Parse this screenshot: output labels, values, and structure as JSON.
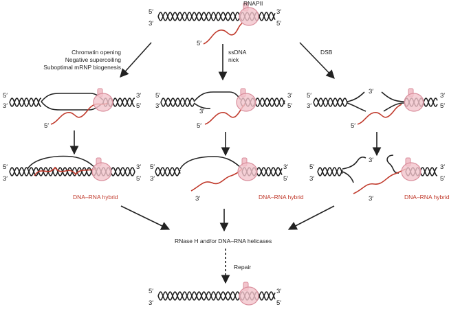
{
  "colors": {
    "dna": "#222222",
    "rna": "#c0392b",
    "polymerase_fill": "#f2c4cc",
    "polymerase_stroke": "#d98e9c"
  },
  "labels": {
    "rnapii": "RNAPII",
    "left_path": [
      "Chromatin opening",
      "Negative supercoiling",
      "Suboptimal mRNP biogenesis"
    ],
    "middle_path": [
      "ssDNA",
      "nick"
    ],
    "right_path": "DSB",
    "hybrid": "DNA–RNA hybrid",
    "resolution": "RNase H and/or DNA–RNA helicases",
    "repair": "Repair"
  },
  "ends": {
    "five_prime": "5′",
    "three_prime": "3′"
  }
}
